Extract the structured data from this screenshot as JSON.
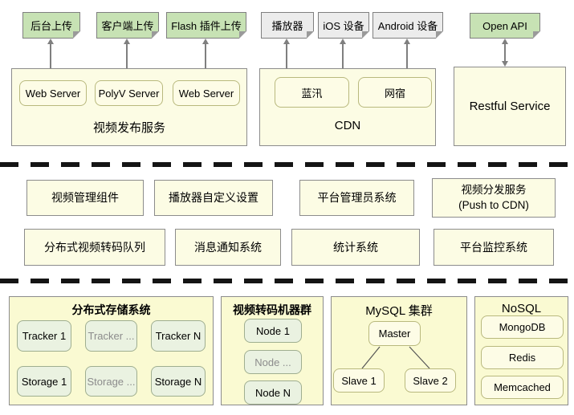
{
  "top_nodes": [
    {
      "label": "后台上传",
      "type": "green"
    },
    {
      "label": "客户端上传",
      "type": "green"
    },
    {
      "label": "Flash 插件上传",
      "type": "green"
    },
    {
      "label": "播放器",
      "type": "gray"
    },
    {
      "label": "iOS 设备",
      "type": "gray"
    },
    {
      "label": "Android 设备",
      "type": "gray"
    },
    {
      "label": "Open API",
      "type": "green"
    }
  ],
  "tier2": {
    "publish": {
      "title": "视频发布服务",
      "servers": [
        "Web Server",
        "PolyV Server",
        "Web Server"
      ]
    },
    "cdn": {
      "title": "CDN",
      "providers": [
        "蓝汛",
        "网宿"
      ]
    },
    "restful": {
      "label": "Restful Service"
    }
  },
  "middle": {
    "row1": [
      {
        "label": "视频管理组件"
      },
      {
        "label": "播放器自定义设置"
      },
      {
        "label": "平台管理员系统"
      },
      {
        "label": "视频分发服务",
        "sublabel": "(Push to CDN)"
      }
    ],
    "row2": [
      {
        "label": "分布式视频转码队列"
      },
      {
        "label": "消息通知系统"
      },
      {
        "label": "统计系统"
      },
      {
        "label": "平台监控系统"
      }
    ]
  },
  "bottom": {
    "storage": {
      "title": "分布式存储系统",
      "trackers": [
        "Tracker 1",
        "Tracker ...",
        "Tracker N"
      ],
      "storages": [
        "Storage 1",
        "Storage ...",
        "Storage N"
      ]
    },
    "transcode": {
      "title": "视频转码机器群",
      "nodes": [
        "Node 1",
        "Node ...",
        "Node N"
      ]
    },
    "mysql": {
      "title": "MySQL 集群",
      "master": "Master",
      "slaves": [
        "Slave 1",
        "Slave 2"
      ]
    },
    "nosql": {
      "title": "NoSQL",
      "items": [
        "MongoDB",
        "Redis",
        "Memcached"
      ]
    }
  },
  "colors": {
    "note_green": "#c7e2b4",
    "note_gray": "#ececec",
    "panel_yellow": "#fcfce4",
    "panel_gold": "#fafad2",
    "box_green": "#eaf2e1",
    "arrow_gray": "#7f7f7f",
    "separator_black": "#141414"
  }
}
